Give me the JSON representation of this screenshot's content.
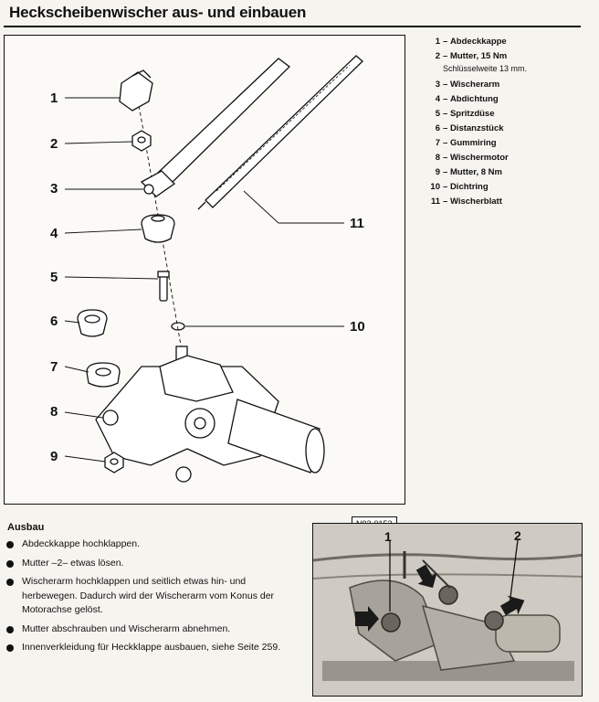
{
  "page": {
    "title": "Heckscheibenwischer aus- und einbauen"
  },
  "diagram": {
    "reference_code": "N92-0152",
    "callouts": [
      "1",
      "2",
      "3",
      "4",
      "5",
      "6",
      "7",
      "8",
      "9",
      "10",
      "11"
    ]
  },
  "legend": [
    {
      "num": "1",
      "label": "Abdeckkappe"
    },
    {
      "num": "2",
      "label": "Mutter, 15 Nm",
      "note": "Schlüsselweite 13 mm."
    },
    {
      "num": "3",
      "label": "Wischerarm"
    },
    {
      "num": "4",
      "label": "Abdichtung"
    },
    {
      "num": "5",
      "label": "Spritzdüse"
    },
    {
      "num": "6",
      "label": "Distanzstück"
    },
    {
      "num": "7",
      "label": "Gummiring"
    },
    {
      "num": "8",
      "label": "Wischermotor"
    },
    {
      "num": "9",
      "label": "Mutter, 8 Nm"
    },
    {
      "num": "10",
      "label": "Dichtring"
    },
    {
      "num": "11",
      "label": "Wischerblatt"
    }
  ],
  "ausbau": {
    "heading": "Ausbau",
    "steps": [
      "Abdeckkappe hochklappen.",
      "Mutter –2– etwas lösen.",
      "Wischerarm hochklappen und seitlich etwas hin- und herbewegen. Dadurch wird der Wischerarm vom Konus der Motorachse gelöst.",
      "Mutter abschrauben und Wischerarm abnehmen.",
      "Innenverkleidung für Heckklappe ausbauen, siehe Seite 259."
    ]
  },
  "photo": {
    "labels": [
      "1",
      "2"
    ]
  }
}
